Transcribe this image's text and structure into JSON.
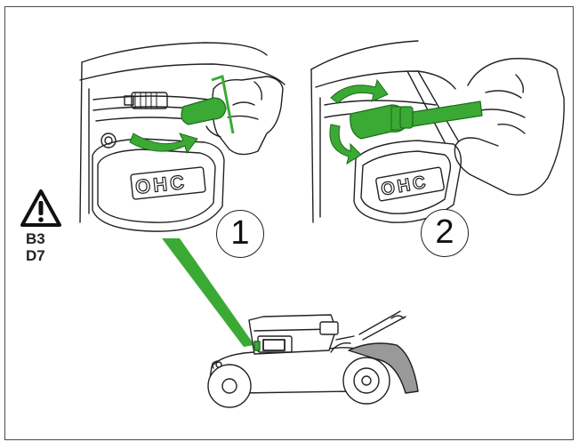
{
  "warning": {
    "icon": "warning-triangle-icon",
    "codes": [
      "B3",
      "D7"
    ]
  },
  "steps": [
    {
      "number": "1"
    },
    {
      "number": "2"
    }
  ],
  "engine_cover_label": "OHC",
  "colors": {
    "accent_green": "#3aaa35",
    "line": "#222222",
    "frame": "#4a4a4a"
  }
}
